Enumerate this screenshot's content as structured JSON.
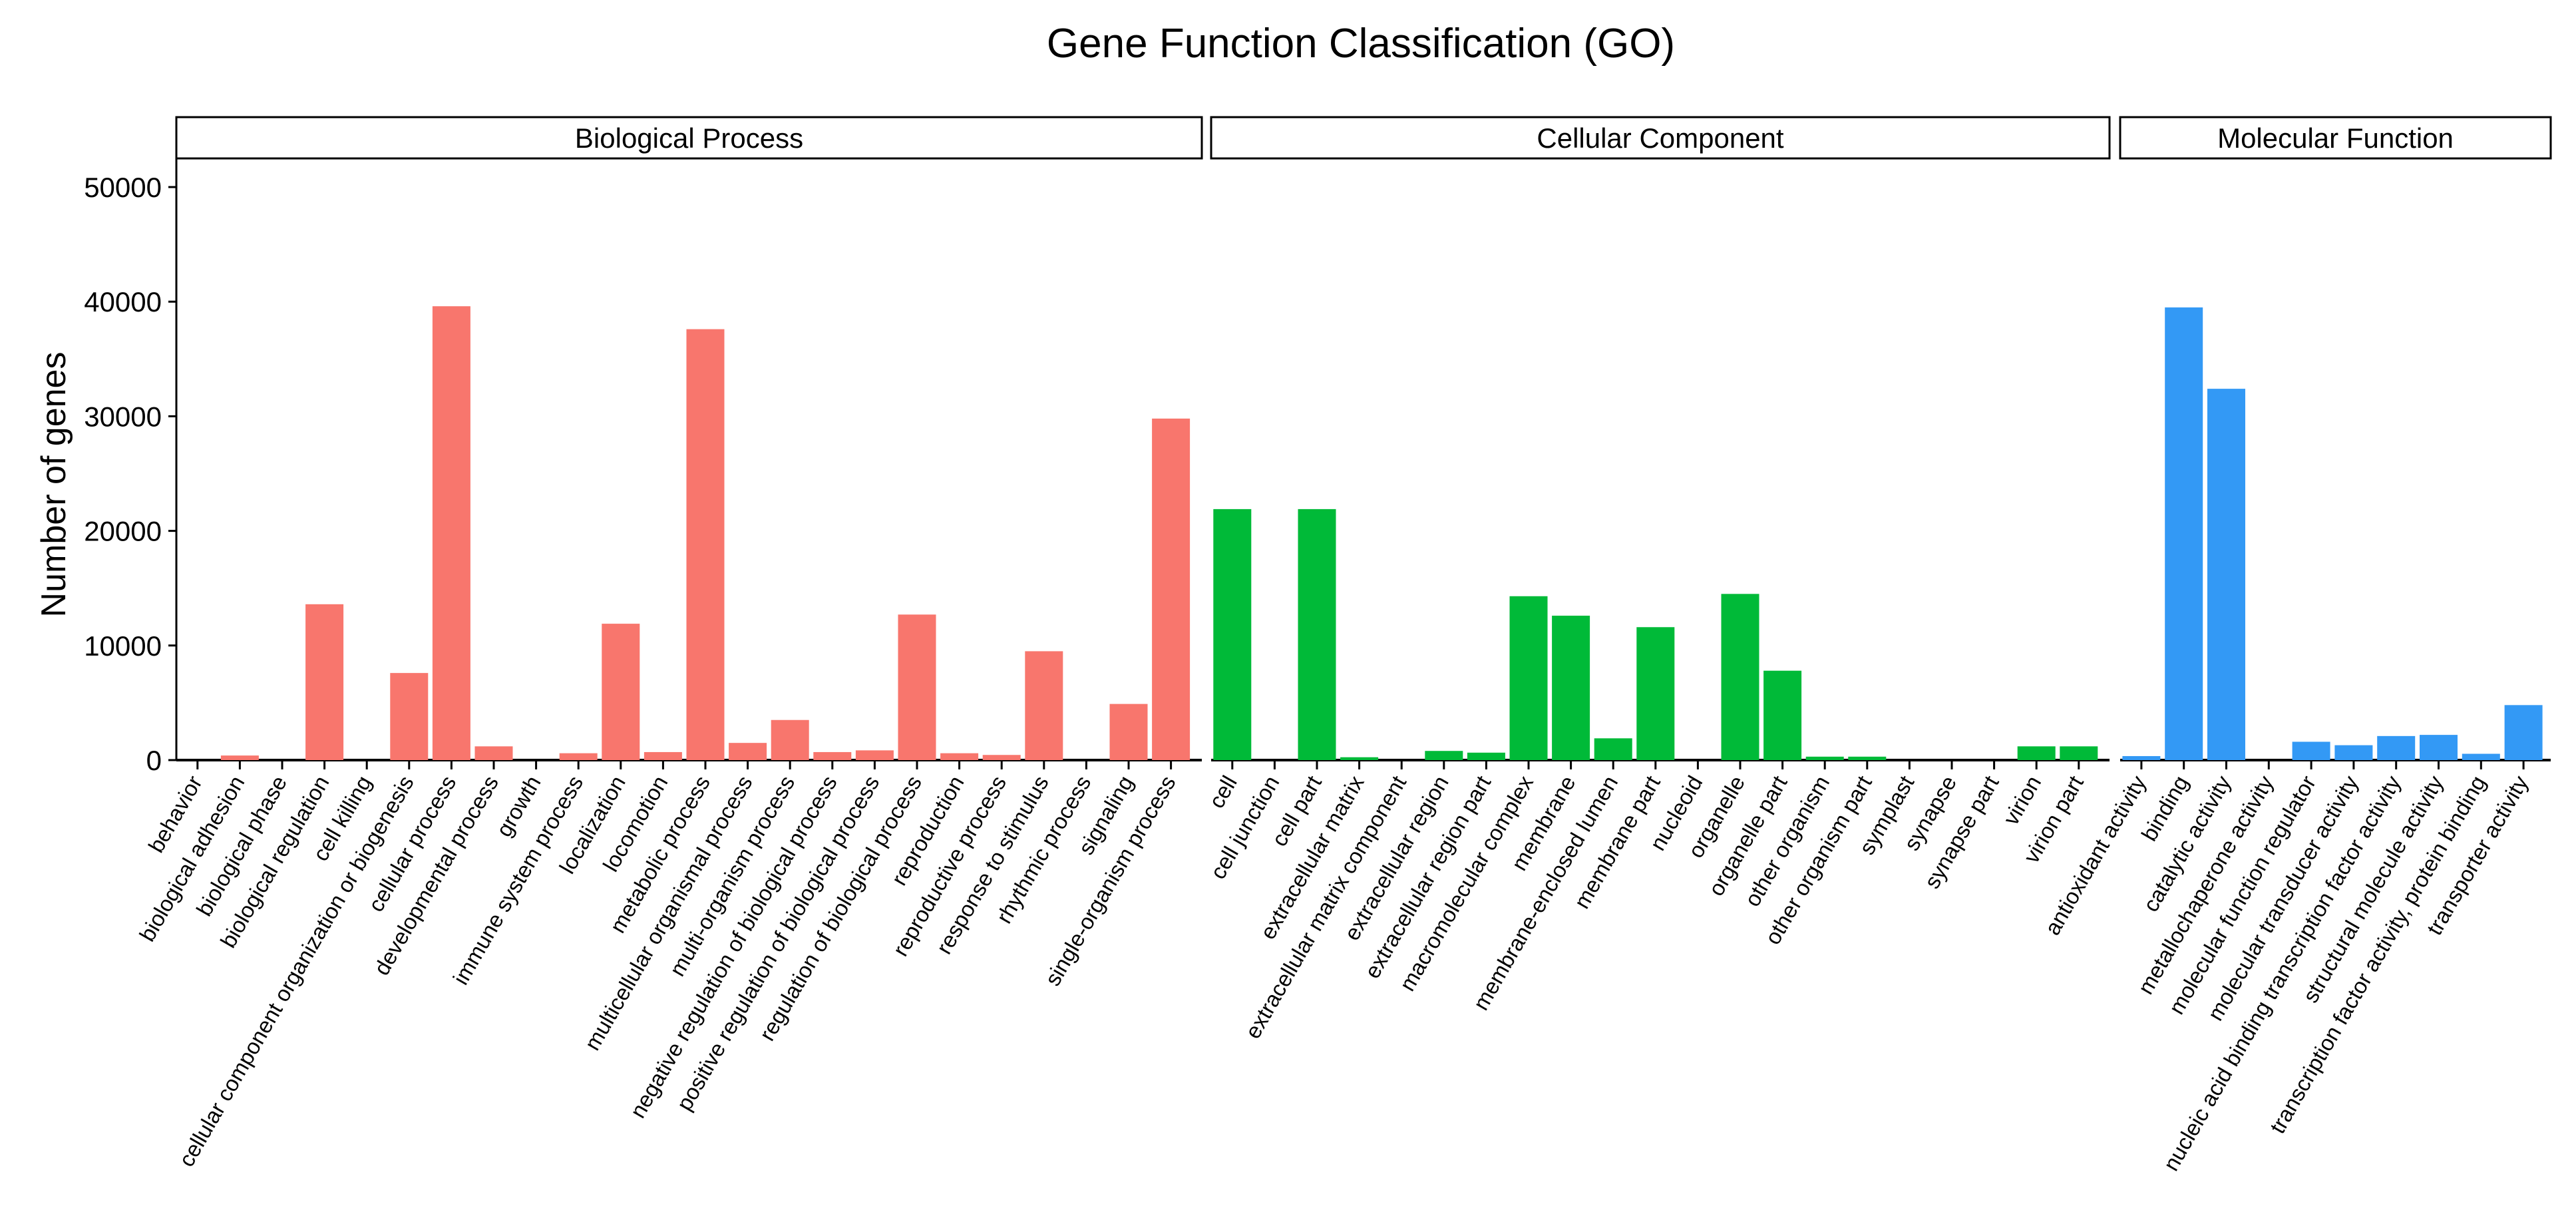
{
  "chart_data": {
    "type": "bar",
    "title": "Gene Function Classification (GO)",
    "ylabel": "Number of genes",
    "xlabel": "",
    "ylim": [
      0,
      52500
    ],
    "yticks": [
      0,
      10000,
      20000,
      30000,
      40000,
      50000
    ],
    "grid": false,
    "legend": "none",
    "facets": [
      {
        "name": "Biological Process",
        "color": "#F8766D",
        "categories": [
          "behavior",
          "biological adhesion",
          "biological phase",
          "biological regulation",
          "cell killing",
          "cellular component organization or biogenesis",
          "cellular process",
          "developmental process",
          "growth",
          "immune system process",
          "localization",
          "locomotion",
          "metabolic process",
          "multicellular organismal process",
          "multi-organism process",
          "negative regulation of biological process",
          "positive regulation of biological process",
          "regulation of biological process",
          "reproduction",
          "reproductive process",
          "response to stimulus",
          "rhythmic process",
          "signaling",
          "single-organism process"
        ],
        "values": [
          0,
          400,
          0,
          13600,
          0,
          7600,
          39600,
          1200,
          0,
          600,
          11900,
          700,
          37600,
          1500,
          3500,
          700,
          850,
          12700,
          600,
          450,
          9500,
          0,
          4900,
          29800
        ]
      },
      {
        "name": "Cellular Component",
        "color": "#00BA38",
        "categories": [
          "cell",
          "cell junction",
          "cell part",
          "extracellular matrix",
          "extracellular matrix component",
          "extracellular region",
          "extracellular region part",
          "macromolecular complex",
          "membrane",
          "membrane-enclosed lumen",
          "membrane part",
          "nucleoid",
          "organelle",
          "organelle part",
          "other organism",
          "other organism part",
          "symplast",
          "synapse",
          "synapse part",
          "virion",
          "virion part"
        ],
        "values": [
          21900,
          0,
          21900,
          250,
          0,
          800,
          650,
          14300,
          12600,
          1900,
          11600,
          0,
          14500,
          7800,
          300,
          300,
          0,
          0,
          0,
          1200,
          1200
        ]
      },
      {
        "name": "Molecular Function",
        "color": "#3399F5",
        "categories": [
          "antioxidant activity",
          "binding",
          "catalytic activity",
          "metallochaperone activity",
          "molecular function regulator",
          "molecular transducer activity",
          "nucleic acid binding transcription factor activity",
          "structural molecule activity",
          "transcription factor activity, protein binding",
          "transporter activity"
        ],
        "values": [
          350,
          39500,
          32400,
          0,
          1600,
          1300,
          2100,
          2200,
          550,
          4800
        ]
      }
    ]
  }
}
